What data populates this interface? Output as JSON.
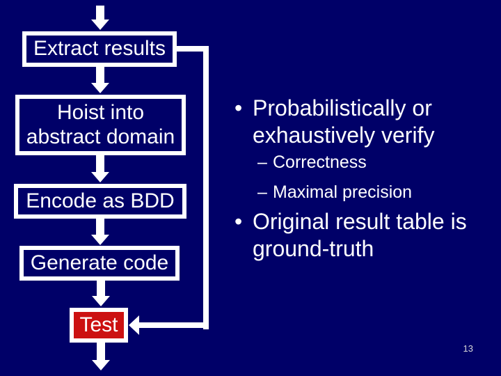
{
  "slide": {
    "page_number": "13"
  },
  "colors": {
    "background": "#000068",
    "box_border": "#ffffff",
    "test_box_fill": "#cc1111",
    "text": "#ffffff",
    "page_number": "#d9d9d9"
  },
  "flowchart": {
    "boxes": [
      {
        "id": "extract-results",
        "label": "Extract results"
      },
      {
        "id": "hoist-abstract",
        "label": "Hoist into abstract domain"
      },
      {
        "id": "encode-bdd",
        "label": "Encode as BDD"
      },
      {
        "id": "generate-code",
        "label": "Generate code"
      },
      {
        "id": "test",
        "label": "Test"
      }
    ]
  },
  "bullets": {
    "item1": {
      "marker": "•",
      "line1": "Probabilistically or",
      "line2": "exhaustively verify"
    },
    "sub1": {
      "marker": "–",
      "text": "Correctness"
    },
    "sub2": {
      "marker": "–",
      "text": "Maximal precision"
    },
    "item2": {
      "marker": "•",
      "line1": "Original result table is",
      "line2": "ground-truth"
    }
  }
}
